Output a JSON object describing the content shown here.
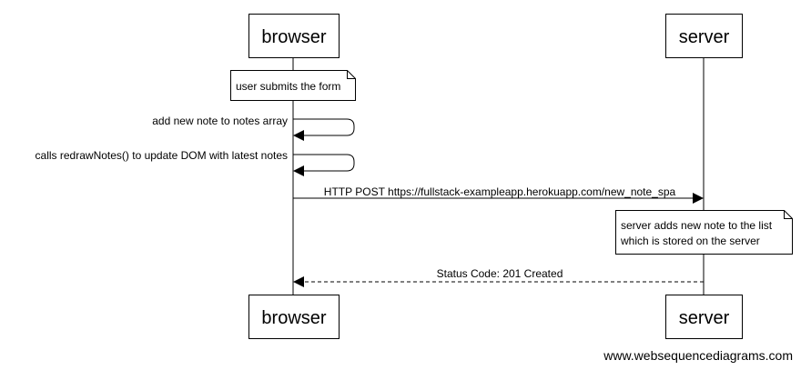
{
  "participants": {
    "browser": "browser",
    "server": "server"
  },
  "notes": {
    "user_submits": "user submits the form",
    "server_adds_line1": "server adds new note to the list",
    "server_adds_line2": "which is stored on the server"
  },
  "messages": {
    "add_note": "add new note to notes array",
    "redraw": "calls redrawNotes() to update DOM with latest notes",
    "http_post": "HTTP POST https://fullstack-exampleapp.herokuapp.com/new_note_spa",
    "status": "Status Code: 201 Created"
  },
  "watermark": "www.websequencediagrams.com"
}
